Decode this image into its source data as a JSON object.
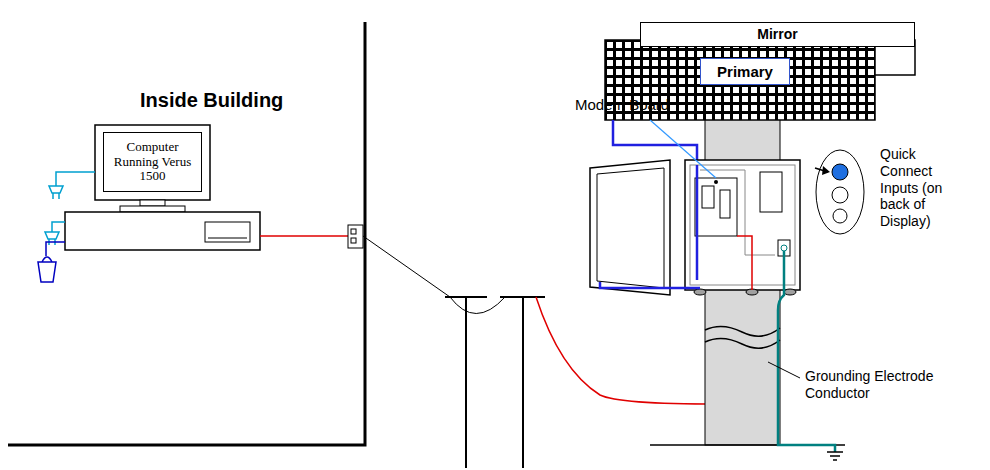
{
  "diagram": {
    "nodes": [
      {
        "text": [
          "Computer Running Verus 1500"
        ]
      },
      {
        "text": [
          "Mirror"
        ]
      },
      {
        "text": [
          "Primary"
        ]
      }
    ],
    "labels": [
      "Inside Building",
      "Modem Board",
      "Quick Connect Inputs (on back of Display)",
      "Grounding Electrode Conductor"
    ]
  }
}
